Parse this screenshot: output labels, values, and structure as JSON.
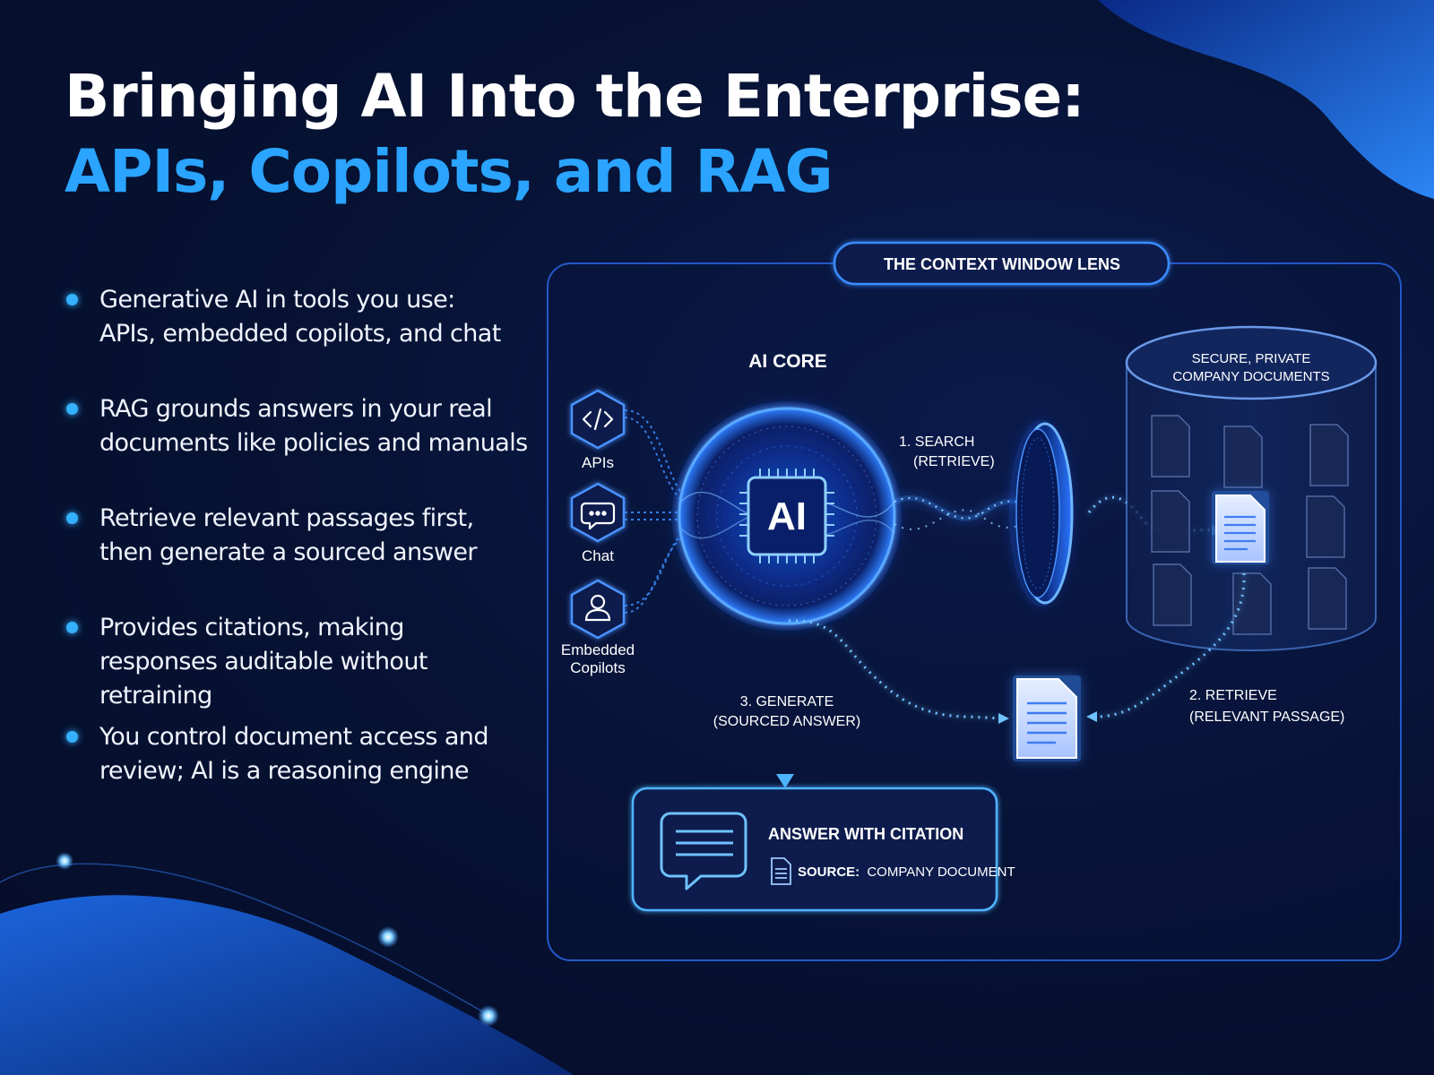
{
  "title": {
    "line1": "Bringing AI Into the Enterprise:",
    "line2": "APIs, Copilots, and RAG"
  },
  "bullets": [
    {
      "line1": "Generative AI in tools you use:",
      "line2": "APIs, embedded copilots, and chat"
    },
    {
      "line1": "RAG grounds answers in your real",
      "line2": "documents like policies and manuals"
    },
    {
      "line1": "Retrieve relevant passages first,",
      "line2": "then generate a sourced answer"
    },
    {
      "line1": "Provides citations, making",
      "line2": "responses auditable without retraining"
    },
    {
      "line1": "You control document access and",
      "line2": "review; AI is a reasoning engine"
    }
  ],
  "diagram": {
    "panel_title": "THE CONTEXT WINDOW LENS",
    "core_label": "AI CORE",
    "chip_text": "AI",
    "inputs": [
      {
        "label": "APIs",
        "icon": "code-icon"
      },
      {
        "label": "Chat",
        "icon": "chat-bubble-icon"
      },
      {
        "label_line1": "Embedded",
        "label_line2": "Copilots",
        "icon": "user-icon"
      }
    ],
    "step1": {
      "line1": "1. SEARCH",
      "line2": "(RETRIEVE)"
    },
    "step2": {
      "line1": "2. RETRIEVE",
      "line2": "(RELEVANT PASSAGE)"
    },
    "step3": {
      "line1": "3. GENERATE",
      "line2": "(SOURCED ANSWER)"
    },
    "database": {
      "line1": "SECURE, PRIVATE",
      "line2": "COMPANY DOCUMENTS"
    },
    "answer": {
      "title": "ANSWER WITH CITATION",
      "source_prefix": "SOURCE:",
      "source_text": "COMPANY DOCUMENT"
    }
  },
  "colors": {
    "accent": "#2aa4ff",
    "background": "#071335",
    "glow": "#3d8bff"
  }
}
